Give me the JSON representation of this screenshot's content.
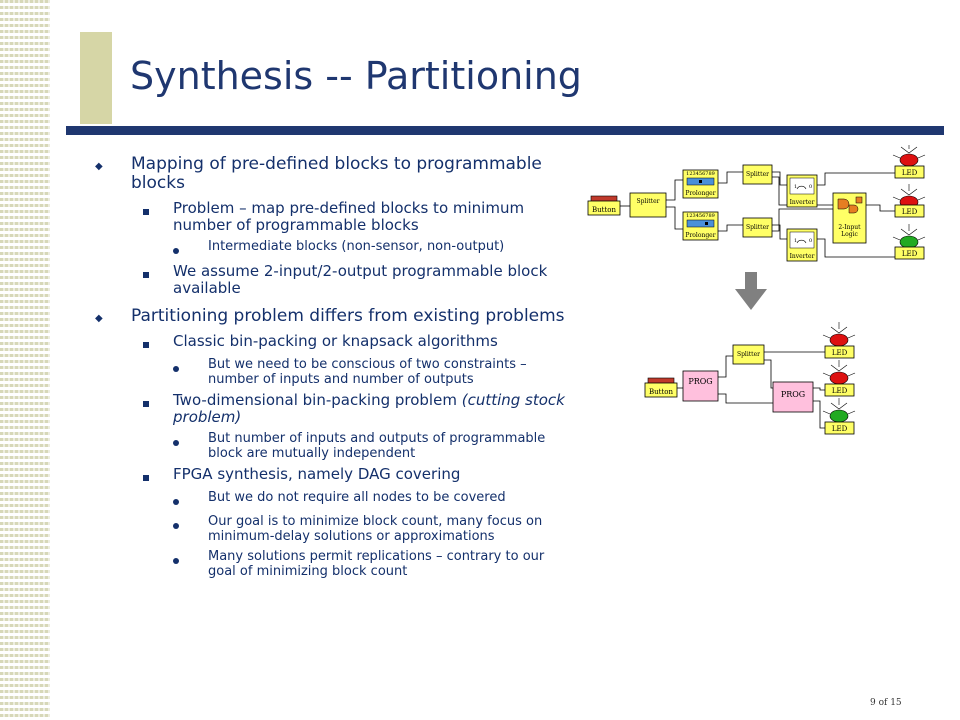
{
  "slide": {
    "title": "Synthesis -- Partitioning",
    "page": "9 of 15"
  },
  "bullets": [
    {
      "text": "Mapping of pre-defined blocks to programmable blocks"
    },
    {
      "text": "Problem – map pre-defined blocks to minimum number of programmable blocks"
    },
    {
      "text": "Intermediate blocks (non-sensor, non-output)"
    },
    {
      "text": "We assume 2-input/2-output programmable block available"
    },
    {
      "text": "Partitioning problem differs from existing problems"
    },
    {
      "text": "Classic bin-packing or knapsack algorithms"
    },
    {
      "text": "But we need to be conscious of two constraints – number of inputs and number of outputs"
    },
    {
      "text": "Two-dimensional bin-packing problem",
      "em": "(cutting stock problem)"
    },
    {
      "text": "But number of inputs and outputs of programmable block are mutually independent"
    },
    {
      "text": "FPGA synthesis, namely DAG covering"
    },
    {
      "text": "But we do not require all nodes to be covered"
    },
    {
      "text": "Our goal is to minimize block count, many focus on minimum-delay solutions or approximations"
    },
    {
      "text": "Many solutions permit replications – contrary to our goal of minimizing block count"
    }
  ],
  "diagram": {
    "top": {
      "button": "Button",
      "splitter": "Splitter",
      "digits": "123456789",
      "prolonger": "Prolonger",
      "splitter_a": "Splitter",
      "splitter_b": "Splitter",
      "inverter": "Inverter",
      "inv_one": "1",
      "inv_zero": "0",
      "logic_line1": "2-Input",
      "logic_line2": "Logic",
      "led": "LED"
    },
    "bottom": {
      "button": "Button",
      "prog": "PROG",
      "splitter": "Splitter",
      "led": "LED"
    },
    "colors": {
      "block": "#ffff66",
      "prog": "#ffc0dd",
      "led_red": "#dd1111",
      "led_green": "#22aa22",
      "arrow": "#808080"
    }
  }
}
